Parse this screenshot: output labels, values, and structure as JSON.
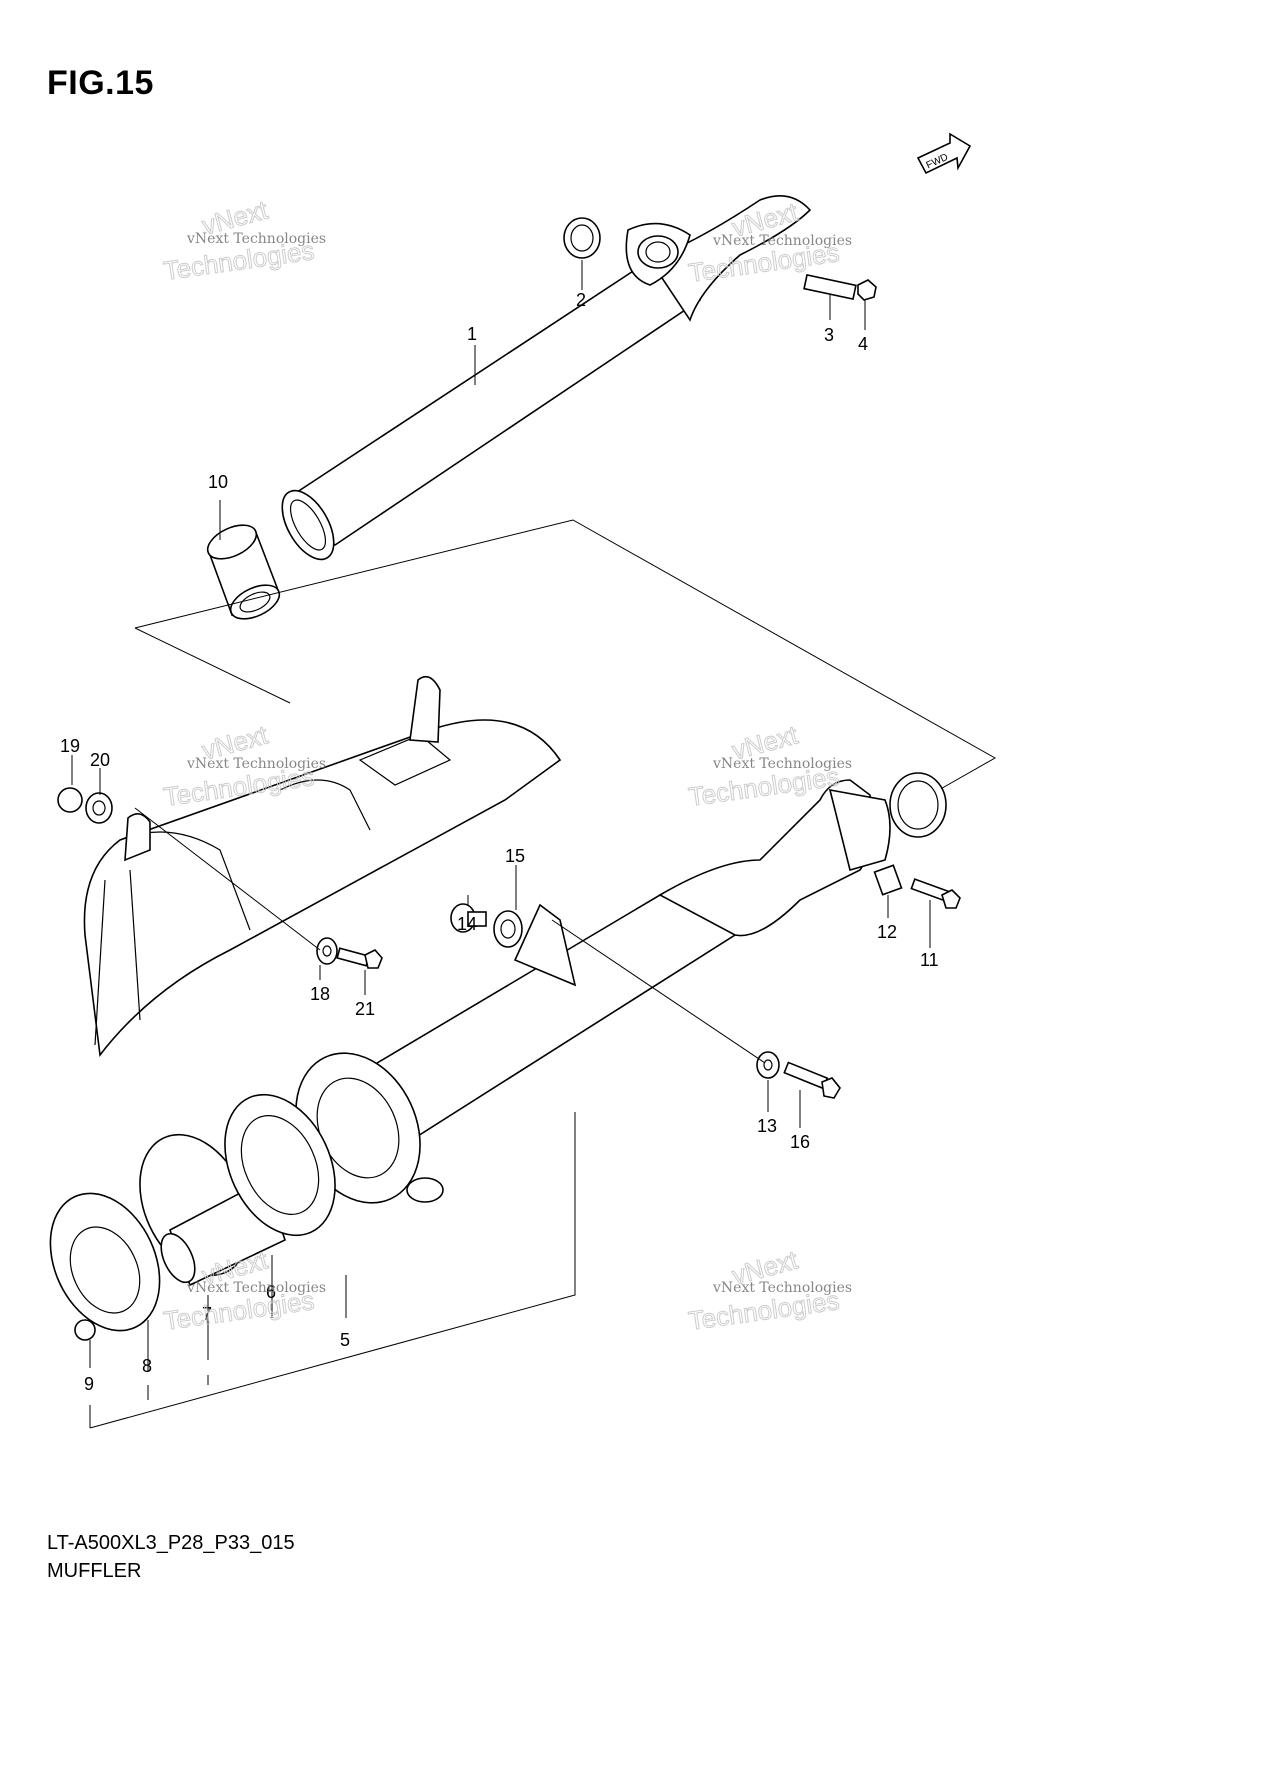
{
  "figure": {
    "title": "FIG.15",
    "code": "LT-A500XL3_P28_P33_015",
    "name": "MUFFLER"
  },
  "fwd_label": "FWD",
  "watermark": {
    "line1": "vNext Technologies",
    "line2": "Technologies",
    "line3": "vNext"
  },
  "callouts": [
    "1",
    "2",
    "3",
    "4",
    "5",
    "6",
    "7",
    "8",
    "9",
    "10",
    "11",
    "12",
    "13",
    "14",
    "15",
    "16",
    "18",
    "19",
    "20",
    "21"
  ]
}
